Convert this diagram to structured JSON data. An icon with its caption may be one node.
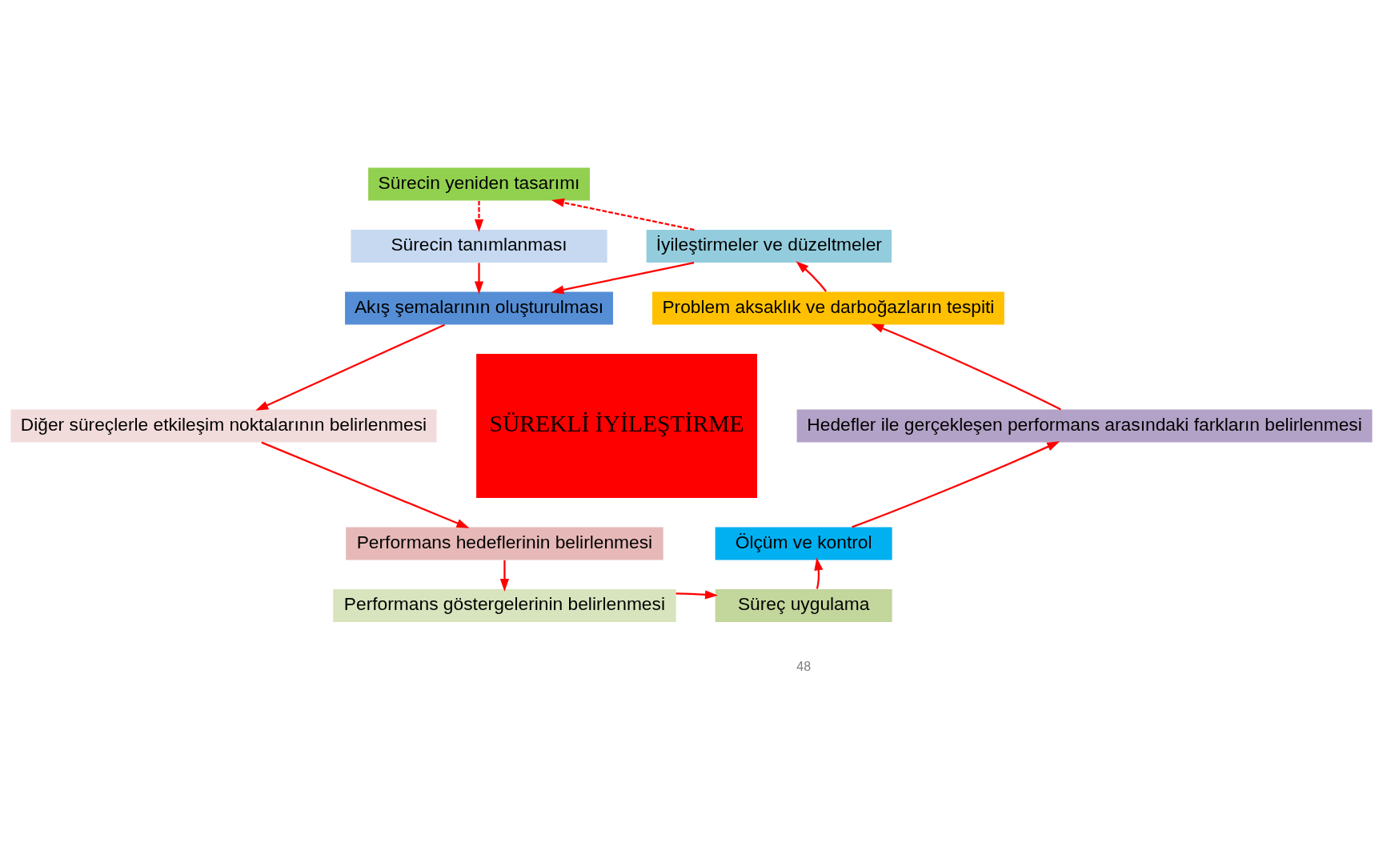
{
  "diagram": {
    "nodes": [
      {
        "text": [
          "Sürecin yeniden tasarımı"
        ]
      },
      {
        "text": [
          "Sürecin tanımlanması"
        ]
      },
      {
        "text": [
          "Akış şemalarının oluşturulması"
        ]
      },
      {
        "text": [
          "Diğer süreçlerle etkileşim noktalarının belirlenmesi"
        ]
      },
      {
        "text": [
          "Performans hedeflerinin belirlenmesi"
        ]
      },
      {
        "text": [
          "Performans göstergelerinin belirlenmesi"
        ]
      },
      {
        "text": [
          "Süreç uygulama"
        ]
      },
      {
        "text": [
          "Ölçüm ve kontrol"
        ]
      },
      {
        "text": [
          "Hedefler ile gerçekleşen performans arasındaki farkların belirlenmesi"
        ]
      },
      {
        "text": [
          "Problem aksaklık ve darboğazların tespiti"
        ]
      },
      {
        "text": [
          "İyileştirmeler ve düzeltmeler"
        ]
      },
      {
        "text": [
          "SÜREKLİ İYİLEŞTİRME"
        ]
      }
    ],
    "edges": [
      {
        "from": 0,
        "to": 1,
        "arrow": "to",
        "style": "dashed"
      },
      {
        "from": 1,
        "to": 2,
        "arrow": "to"
      },
      {
        "from": 2,
        "to": 3,
        "arrow": "to"
      },
      {
        "from": 3,
        "to": 4,
        "arrow": "to"
      },
      {
        "from": 4,
        "to": 5,
        "arrow": "to"
      },
      {
        "from": 5,
        "to": 6,
        "arrow": "to"
      },
      {
        "from": 6,
        "to": 7,
        "arrow": "to"
      },
      {
        "from": 7,
        "to": 8,
        "arrow": "to"
      },
      {
        "from": 8,
        "to": 9,
        "arrow": "to"
      },
      {
        "from": 9,
        "to": 10,
        "arrow": "to"
      },
      {
        "from": 10,
        "to": 0,
        "arrow": "to",
        "style": "dashed"
      },
      {
        "from": 10,
        "to": 2,
        "arrow": "to"
      }
    ],
    "labels": [
      "48"
    ]
  }
}
